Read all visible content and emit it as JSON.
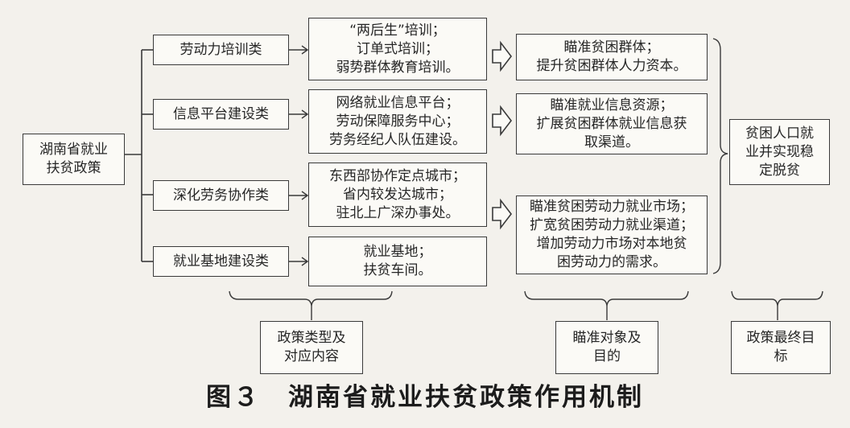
{
  "root": {
    "lines": [
      "湖南省就业",
      "扶贫政策"
    ]
  },
  "categories": [
    {
      "label": "劳动力培训类"
    },
    {
      "label": "信息平台建设类"
    },
    {
      "label": "深化劳务协作类"
    },
    {
      "label": "就业基地建设类"
    }
  ],
  "contents": [
    {
      "lines": [
        "“两后生”培训；",
        "订单式培训；",
        "弱势群体教育培训。"
      ]
    },
    {
      "lines": [
        "网络就业信息平台；",
        "劳动保障服务中心；",
        "劳务经纪人队伍建设。"
      ]
    },
    {
      "lines": [
        "东西部协作定点城市；",
        "省内较发达城市；",
        "驻北上广深办事处。"
      ]
    },
    {
      "lines": [
        "就业基地；",
        "扶贫车间。"
      ]
    }
  ],
  "targets": [
    {
      "lines": [
        "瞄准贫困群体；",
        "提升贫困群体人力资本。"
      ]
    },
    {
      "lines": [
        "瞄准就业信息资源；",
        "扩展贫困群体就业信息获",
        "取渠道。"
      ]
    },
    {
      "lines": [
        "瞄准贫困劳动力就业市场；",
        "扩宽贫困劳动力就业渠道；",
        "增加劳动力市场对本地贫",
        "困劳动力的需求。"
      ]
    }
  ],
  "goal": {
    "lines": [
      "贫困人口就",
      "业并实现稳",
      "定脱贫"
    ]
  },
  "footer_labels": {
    "policy_types": [
      "政策类型及",
      "对应内容"
    ],
    "targets": [
      "瞄准对象及",
      "目的"
    ],
    "final_goal": [
      "政策最终目",
      "标"
    ]
  },
  "caption": "图３　湖南省就业扶贫政策作用机制"
}
